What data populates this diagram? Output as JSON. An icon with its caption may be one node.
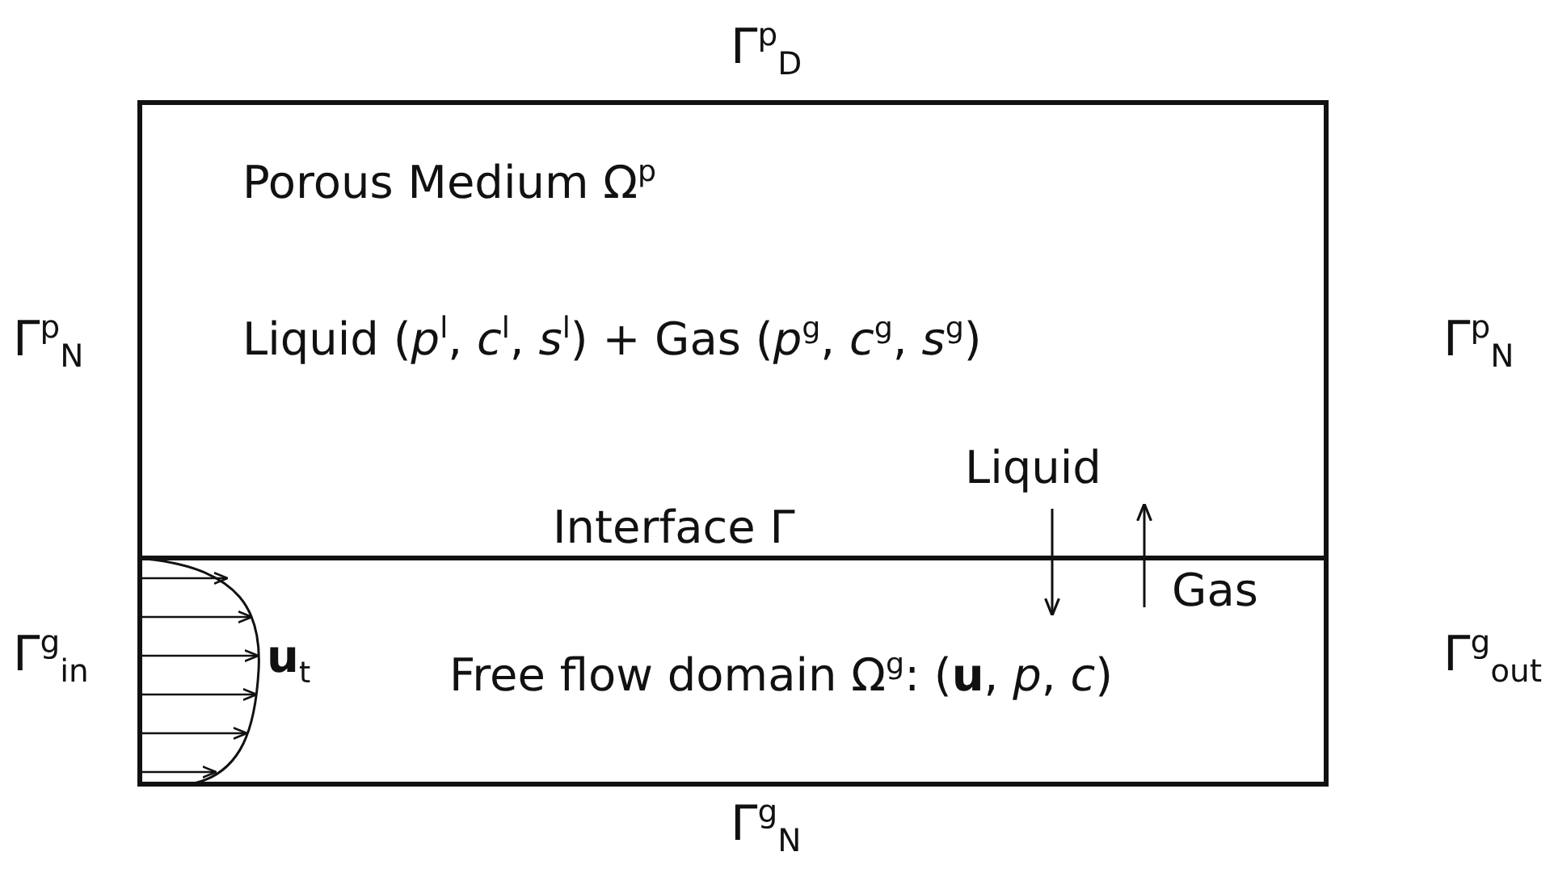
{
  "diagram": {
    "nodes": [
      {
        "text": [
          "Porous Medium Ω$^{p}$",
          "Liquid (*p*$^{l}$, *c*$^{l}$, *s*$^{l}$) + Gas (*p*$^{g}$, *c*$^{g}$, *s*$^{g}$)"
        ]
      },
      {
        "text": [
          "Free flow domain Ω$^{g}$: (**u**, *p*, *c*)"
        ]
      }
    ],
    "edges": [
      {
        "from": 0,
        "to": 1,
        "arrow": "to",
        "label": "Liquid"
      },
      {
        "from": 1,
        "to": 0,
        "arrow": "to",
        "label": "Gas"
      }
    ],
    "labels": [
      "Γ$^{p}$$_{D}$",
      "Γ$^{p}$$_{N}$",
      "Γ$^{p}$$_{N}$",
      "Interface Γ",
      "Γ$^{g}$$_{in}$",
      "**u**$_{t}$",
      "Γ$^{g}$$_{out}$",
      "Γ$^{g}$$_{N}$"
    ]
  }
}
